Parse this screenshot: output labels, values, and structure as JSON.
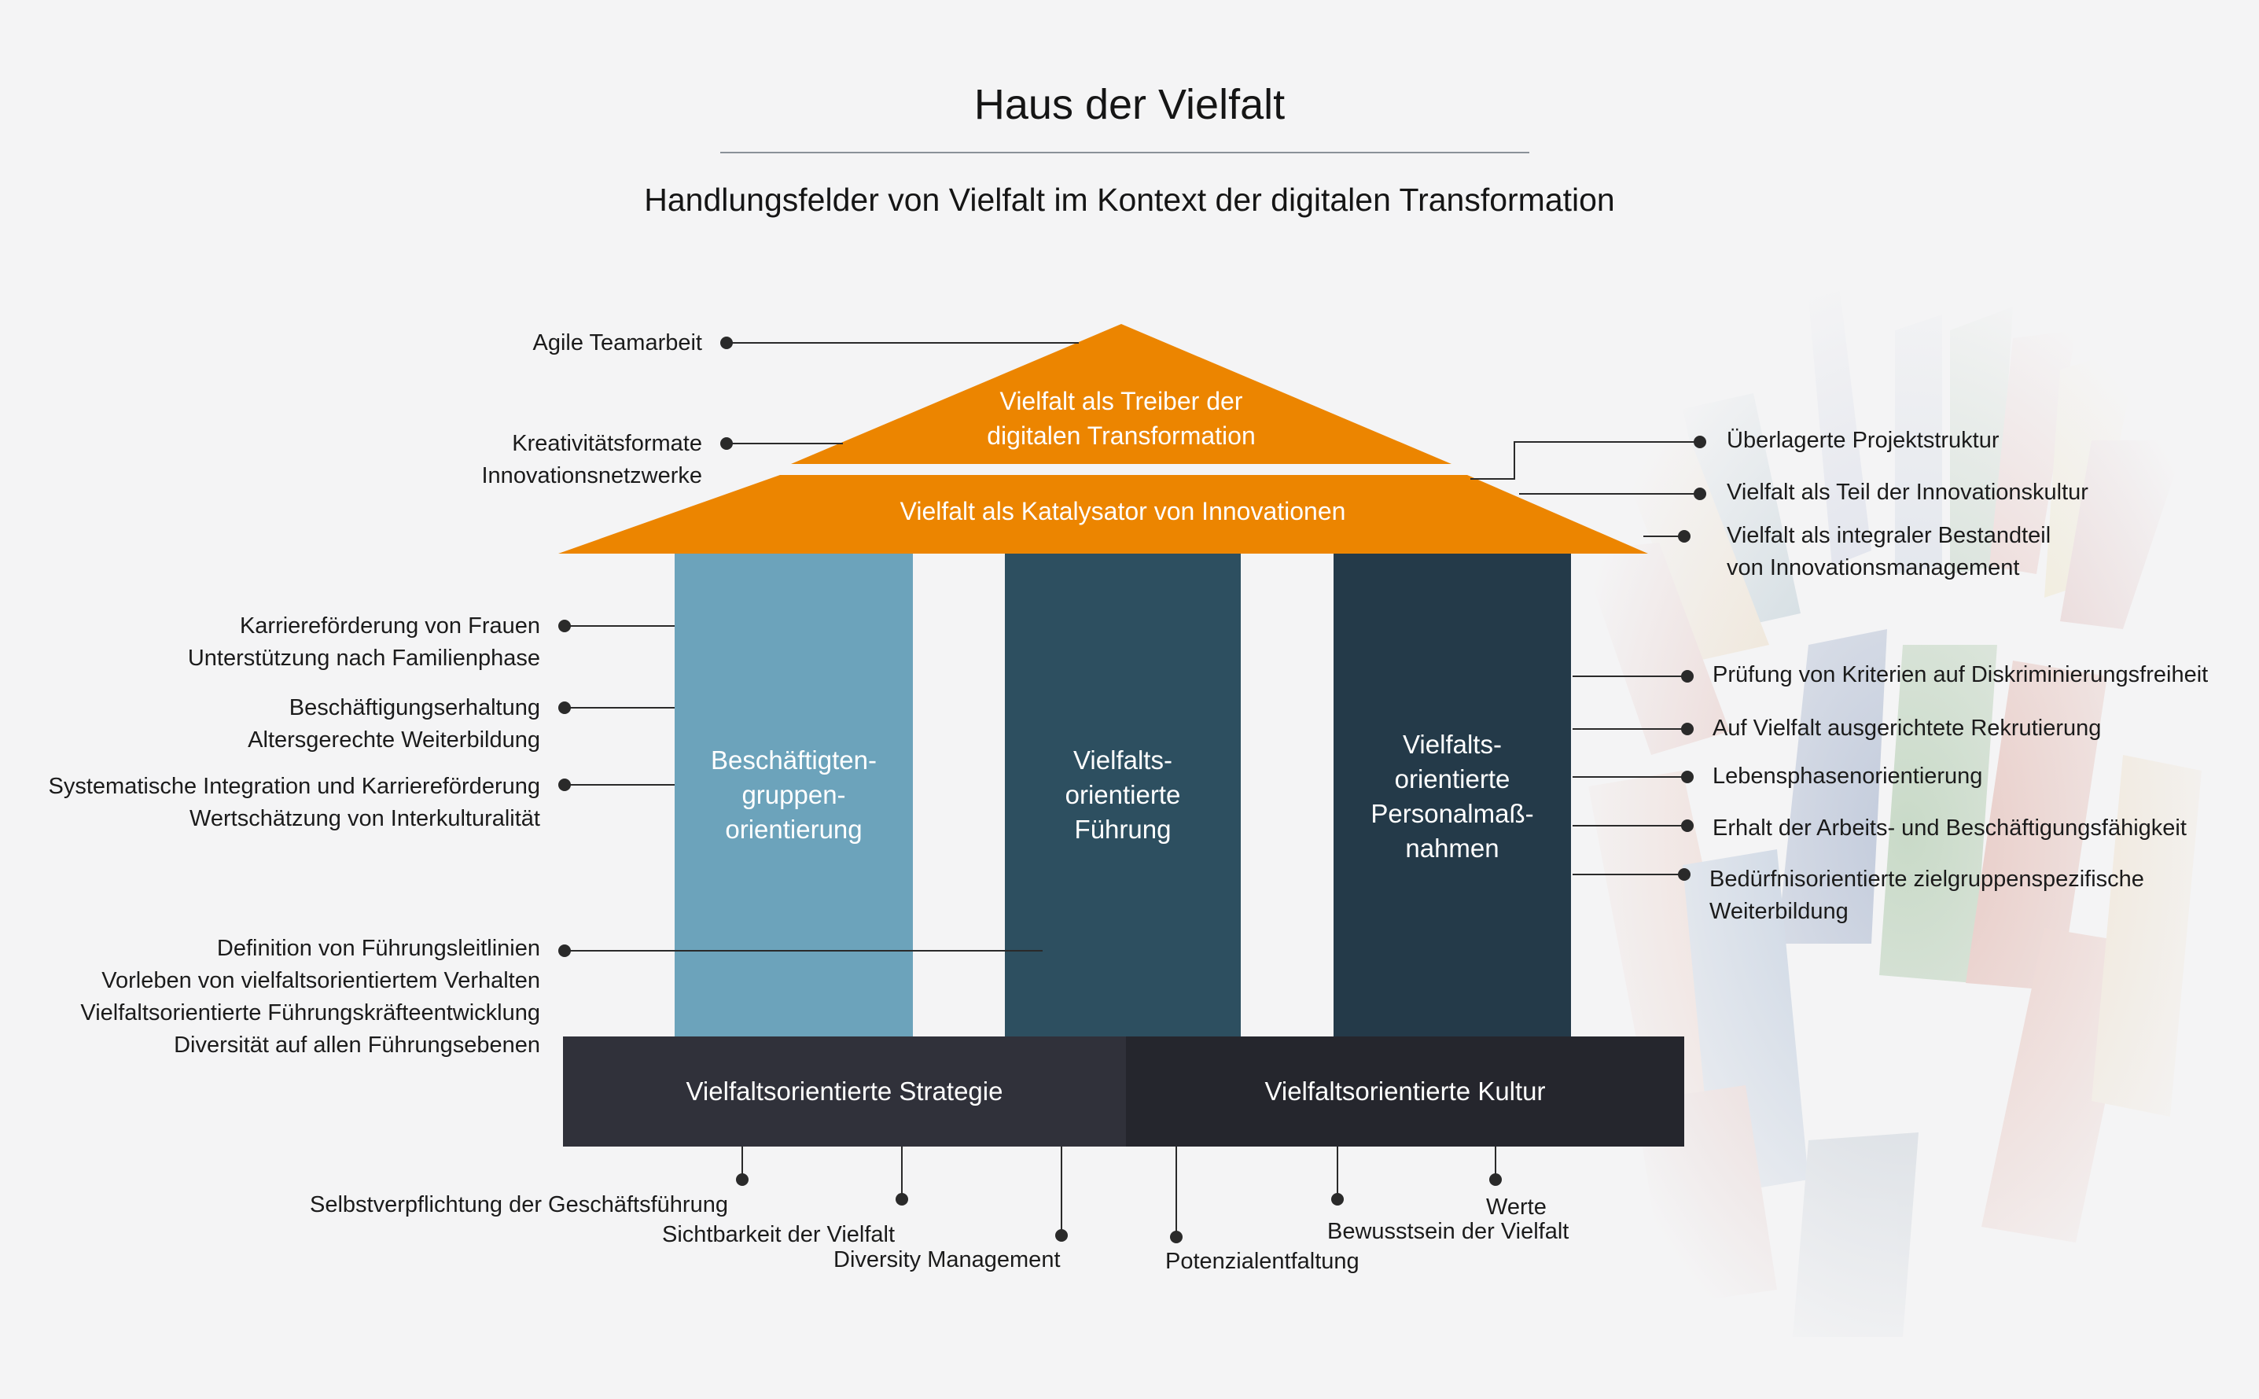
{
  "header": {
    "title": "Haus der Vielfalt",
    "subtitle": "Handlungsfelder von Vielfalt im Kontext der digitalen Transformation"
  },
  "colors": {
    "roof": "#ec8500",
    "pillar_light": "#6ca3bb",
    "pillar_mid": "#2d4f60",
    "pillar_dark": "#243a49",
    "base_left": "#30313a",
    "base_right": "#25262d",
    "connector": "#2a2a2a"
  },
  "house": {
    "roof_top": {
      "line1": "Vielfalt als Treiber der",
      "line2": "digitalen Transformation"
    },
    "roof_band": "Vielfalt als Katalysator von Innovationen",
    "pillars": [
      {
        "line1": "Beschäftigten-",
        "line2": "gruppen-",
        "line3": "orientierung"
      },
      {
        "line1": "Vielfalts-",
        "line2": "orientierte",
        "line3": "Führung"
      },
      {
        "line1": "Vielfalts-",
        "line2": "orientierte",
        "line3": "Personalmaß-",
        "line4": "nahmen"
      }
    ],
    "base": {
      "left": "Vielfaltsorientierte Strategie",
      "right": "Vielfaltsorientierte Kultur"
    }
  },
  "left_labels": {
    "agile": "Agile Teamarbeit",
    "kreativ": {
      "line1": "Kreativitätsformate",
      "line2": "Innovationsnetzwerke"
    },
    "karriere": {
      "line1": "Karriereförderung von Frauen",
      "line2": "Unterstützung nach Familienphase"
    },
    "beschaeftigung": {
      "line1": "Beschäftigungserhaltung",
      "line2": "Altersgerechte Weiterbildung"
    },
    "integration": {
      "line1": "Systematische Integration und Karriereförderung",
      "line2": "Wertschätzung von Interkulturalität"
    },
    "fuehrung": {
      "line1": "Definition von Führungsleitlinien",
      "line2": "Vorleben von vielfaltsorientiertem Verhalten",
      "line3": "Vielfaltsorientierte Führungskräfteentwicklung",
      "line4": "Diversität auf allen Führungsebenen"
    }
  },
  "right_labels": {
    "projekt": "Überlagerte Projektstruktur",
    "innokultur": "Vielfalt als Teil der Innovationskultur",
    "integral": {
      "line1": "Vielfalt als integraler Bestandteil",
      "line2": "von Innovationsmanagement"
    },
    "pruefung": "Prüfung von Kriterien auf Diskriminierungsfreiheit",
    "rekrut": "Auf Vielfalt ausgerichtete Rekrutierung",
    "lebens": "Lebensphasenorientierung",
    "erhalt": "Erhalt der Arbeits- und Beschäftigungsfähigkeit",
    "beduerfnis": {
      "line1": "Bedürfnisorientierte zielgruppenspezifische",
      "line2": "Weiterbildung"
    }
  },
  "bottom_labels": {
    "selbst": "Selbstverpflichtung der Geschäftsführung",
    "sichtbar": "Sichtbarkeit der Vielfalt",
    "diversity": "Diversity Management",
    "potenzial": "Potenzialentfaltung",
    "werte": "Werte",
    "bewusst": "Bewusstsein der Vielfalt"
  }
}
